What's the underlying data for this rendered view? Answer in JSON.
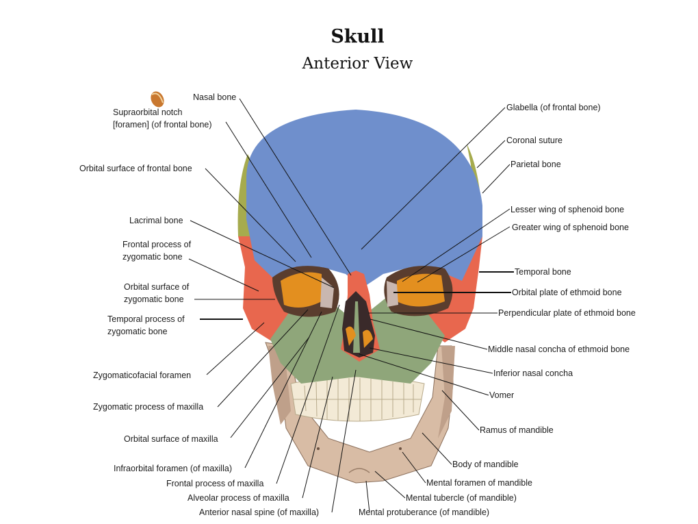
{
  "title": "Skull",
  "subtitle": "Anterior View",
  "colors": {
    "frontal": "#6f8fcc",
    "parietal": "#a6ab4e",
    "zygomatic": "#e8674e",
    "maxilla": "#8fa67a",
    "sphenoid": "#e38f1f",
    "mandible": "#d8bca5",
    "teeth": "#f3ead6"
  },
  "labels": {
    "left": [
      {
        "text": "Nasal bone"
      },
      {
        "text": "Supraorbital notch"
      },
      {
        "text": "[foramen] (of frontal bone)"
      },
      {
        "text": "Orbital surface of frontal bone"
      },
      {
        "text": "Lacrimal bone"
      },
      {
        "text": "Frontal process of"
      },
      {
        "text": "zygomatic bone"
      },
      {
        "text": "Orbital surface of"
      },
      {
        "text": "zygomatic bone"
      },
      {
        "text": "Temporal process of"
      },
      {
        "text": "zygomatic bone"
      },
      {
        "text": "Zygomaticofacial foramen"
      },
      {
        "text": "Zygomatic process of maxilla"
      },
      {
        "text": "Orbital surface of maxilla"
      },
      {
        "text": "Infraorbital foramen (of maxilla)"
      },
      {
        "text": "Frontal process of maxilla"
      },
      {
        "text": "Alveolar process of maxilla"
      },
      {
        "text": "Anterior nasal spine (of maxilla)"
      }
    ],
    "right": [
      {
        "text": "Glabella (of frontal bone)"
      },
      {
        "text": "Coronal suture"
      },
      {
        "text": "Parietal bone"
      },
      {
        "text": "Lesser wing of sphenoid bone"
      },
      {
        "text": "Greater wing of sphenoid bone"
      },
      {
        "text": "Temporal bone"
      },
      {
        "text": "Orbital plate of ethmoid bone"
      },
      {
        "text": "Perpendicular plate of ethmoid bone"
      },
      {
        "text": "Middle nasal concha of ethmoid bone"
      },
      {
        "text": "Inferior nasal concha"
      },
      {
        "text": "Vomer"
      },
      {
        "text": "Ramus of mandible"
      },
      {
        "text": "Body of mandible"
      },
      {
        "text": "Mental foramen of mandible"
      },
      {
        "text": "Mental tubercle (of mandible)"
      },
      {
        "text": "Mental protuberance (of mandible)"
      }
    ]
  }
}
